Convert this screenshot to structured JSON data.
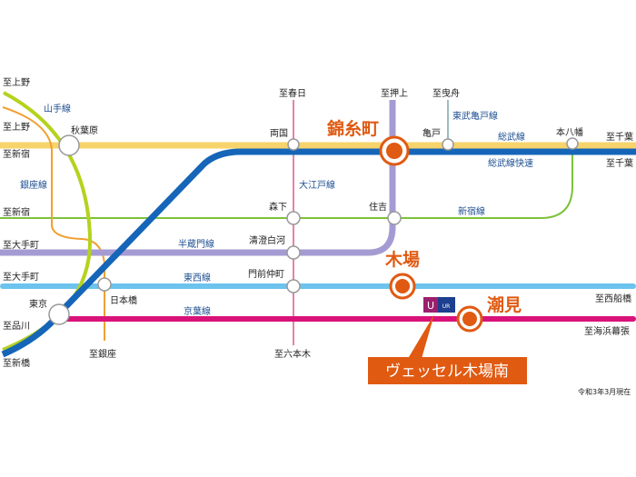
{
  "destinations": {
    "ueno1": "至上野",
    "ueno2": "至上野",
    "shinjuku1": "至新宿",
    "shinjuku2": "至新宿",
    "otemachi1": "至大手町",
    "otemachi2": "至大手町",
    "shinagawa": "至品川",
    "shinbashi": "至新橋",
    "ginza": "至銀座",
    "roppongi": "至六本木",
    "kasuga": "至春日",
    "oshiage": "至押上",
    "hikifune": "至曳舟",
    "chiba1": "至千葉",
    "chiba2": "至千葉",
    "nishifunabashi": "至西船橋",
    "kaihinmakuhari": "至海浜幕張"
  },
  "lines": {
    "yamanote": "山手線",
    "ginza": "銀座線",
    "hanzomon": "半蔵門線",
    "oedo": "大江戸線",
    "tobu_kameido": "東武亀戸線",
    "sobu": "総武線",
    "sobu_rapid": "総武線快速",
    "shinjuku": "新宿線",
    "tozai": "東西線",
    "keiyo": "京葉線"
  },
  "stations": {
    "akihabara": "秋葉原",
    "ryogoku": "両国",
    "kinshicho": "錦糸町",
    "kameido": "亀戸",
    "motoyawata": "本八幡",
    "morishita": "森下",
    "sumiyoshi": "住吉",
    "kiyosumi": "清澄白河",
    "monzen": "門前仲町",
    "nihonbashi": "日本橋",
    "tokyo": "東京",
    "kiba": "木場",
    "shiomi": "潮見"
  },
  "property": "ヴェッセル木場南",
  "logo": "UR",
  "date_note": "令和3年3月現在",
  "colors": {
    "sobu": "#f7d36b",
    "sobu_rapid": "#1565b8",
    "yamanote": "#b5d21e",
    "ginza": "#f0a030",
    "shinjuku": "#7cc23a",
    "hanzomon": "#a59bd3",
    "tozai": "#6cc3ee",
    "keiyo": "#d9127a",
    "oedo": "#e583a8",
    "highlight": "#e05a12"
  }
}
